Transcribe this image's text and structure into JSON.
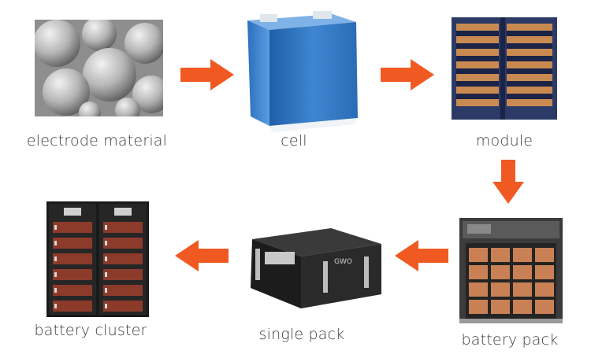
{
  "stages": {
    "electrode": {
      "label": "electrode material",
      "icon": "electrode-material-image"
    },
    "cell": {
      "label": "cell",
      "icon": "battery-cell-image"
    },
    "module": {
      "label": "module",
      "icon": "battery-module-image"
    },
    "battery_pack": {
      "label": "battery pack",
      "icon": "battery-pack-image"
    },
    "single_pack": {
      "label": "single pack",
      "icon": "single-pack-image",
      "logo_text": "GWO"
    },
    "cluster": {
      "label": "battery cluster",
      "icon": "battery-cluster-image"
    }
  },
  "colors": {
    "arrow": "#f05a22",
    "label": "#3a3a3a"
  }
}
